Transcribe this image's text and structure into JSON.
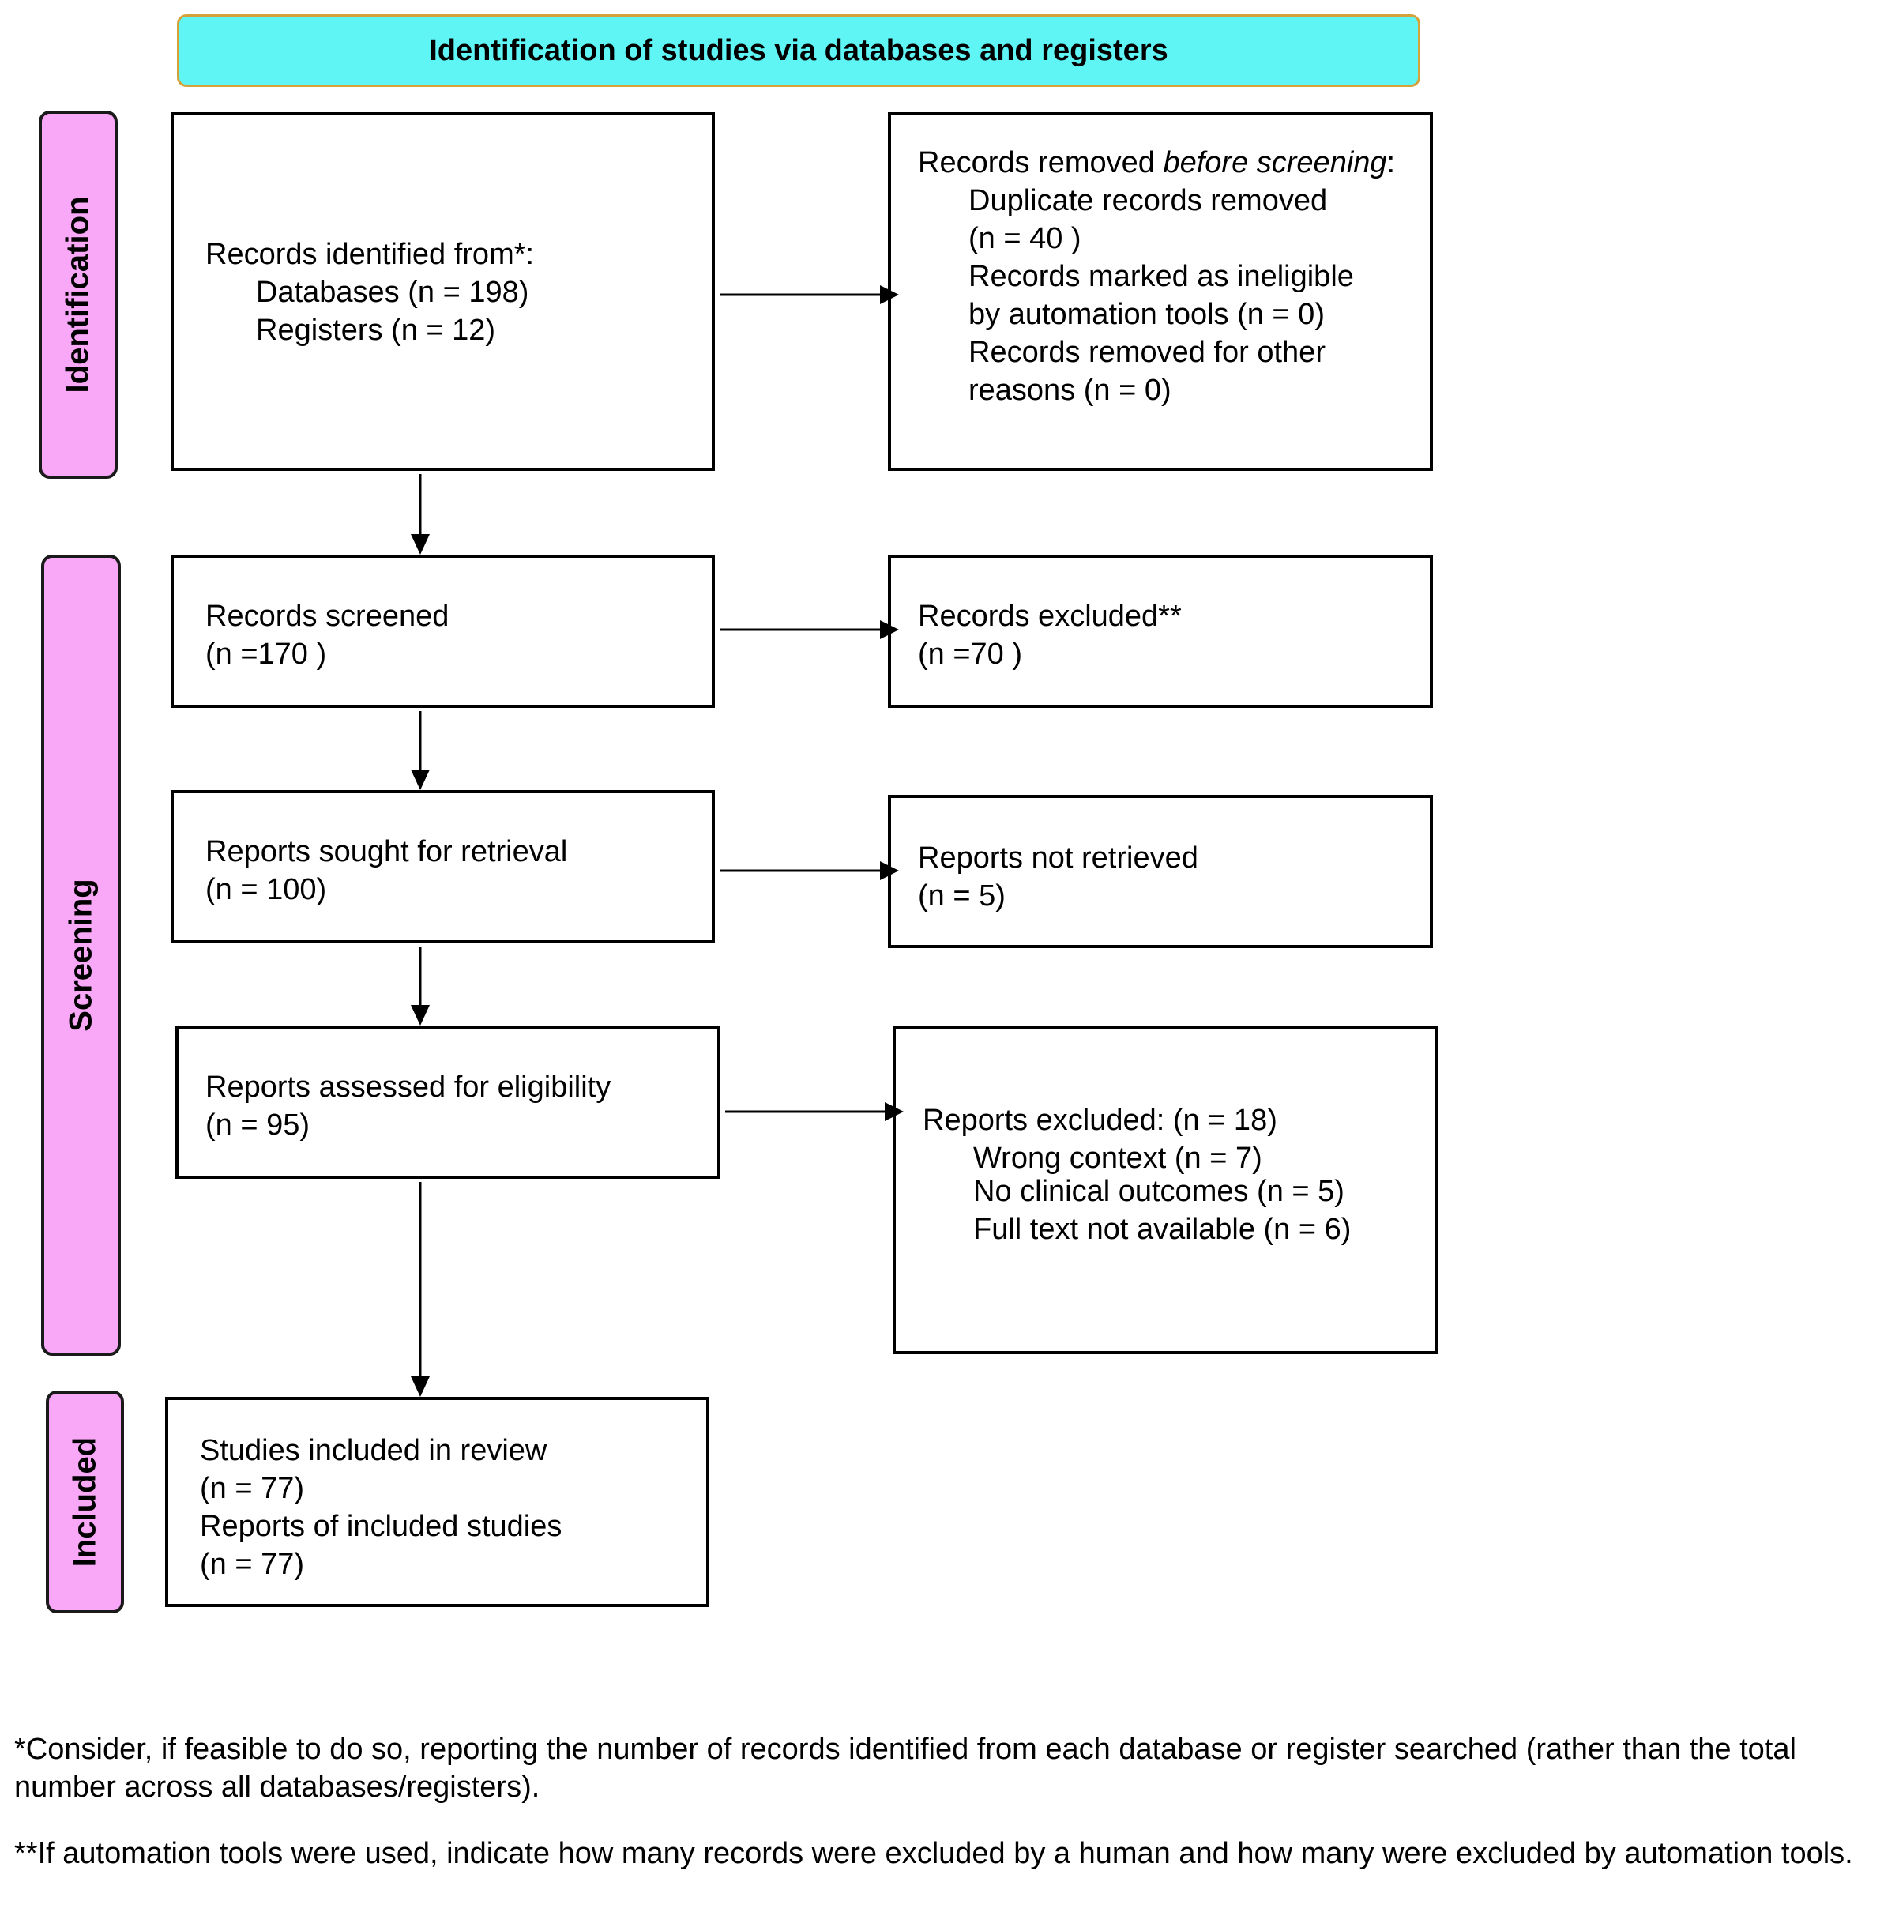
{
  "header": {
    "title": "Identification of studies via databases and registers"
  },
  "phases": {
    "identification": "Identification",
    "screening": "Screening",
    "included": "Included"
  },
  "boxes": {
    "identified": {
      "label": "Records identified from*:",
      "databases": "Databases (n = 198)",
      "registers": "Registers (n = 12)"
    },
    "removed": {
      "label_start": "Records removed ",
      "label_em": "before screening",
      "label_end": ":",
      "duplicates_label": "Duplicate records removed",
      "duplicates_n": "(n = 40 )",
      "ineligible_label": "Records marked as ineligible",
      "ineligible_n": "by automation tools (n = 0)",
      "other_label": "Records removed for other",
      "other_n": "reasons (n = 0)"
    },
    "screened": {
      "label": "Records screened",
      "n": "(n =170 )"
    },
    "excluded": {
      "label": "Records excluded**",
      "n": "(n =70 )"
    },
    "sought": {
      "label": "Reports sought for retrieval",
      "n": "(n = 100)"
    },
    "not_retrieved": {
      "label": "Reports not retrieved",
      "n": "(n = 5)"
    },
    "assessed": {
      "label": "Reports assessed for eligibility",
      "n": "(n = 95)"
    },
    "reports_excluded": {
      "label": "Reports excluded: (n = 18)",
      "reasons": [
        "Wrong context (n = 7)",
        "No clinical outcomes (n = 5)",
        "Full text not available (n = 6)"
      ]
    },
    "included": {
      "studies_label": "Studies included in review",
      "studies_n": "(n = 77)",
      "reports_label": "Reports of included studies",
      "reports_n": "(n = 77)"
    }
  },
  "footnotes": {
    "one": "*Consider, if feasible to do so, reporting the number of records identified from each database or register searched (rather than the total number across all databases/registers).",
    "two": "**If automation tools were used, indicate how many records were excluded by a human and how many were excluded by automation tools."
  }
}
